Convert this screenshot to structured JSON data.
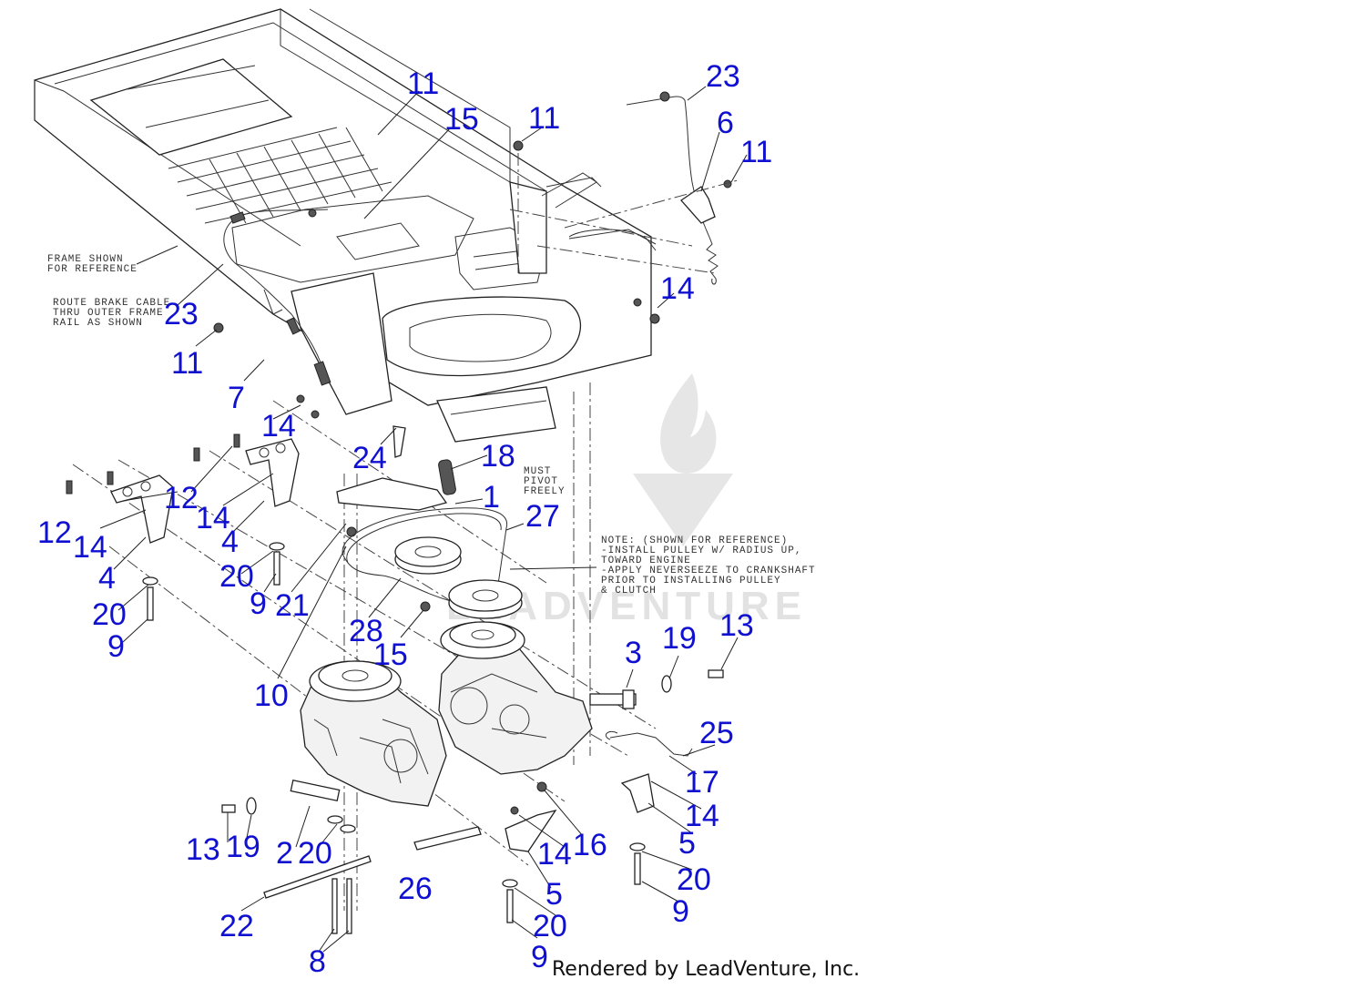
{
  "notes": {
    "frame": [
      "FRAME SHOWN",
      "FOR REFERENCE"
    ],
    "route": [
      "ROUTE BRAKE CABLE",
      "THRU OUTER FRAME",
      "RAIL AS SHOWN"
    ],
    "pivot": [
      "MUST",
      "PIVOT",
      "FREELY"
    ],
    "pulley": [
      "NOTE: (SHOWN FOR REFERENCE)",
      "-INSTALL PULLEY W/ RADIUS UP,",
      " TOWARD ENGINE",
      "-APPLY NEVERSEEZE TO CRANKSHAFT",
      " PRIOR TO INSTALLING PULLEY",
      " & CLUTCH"
    ]
  },
  "watermark": "LEADVENTURE",
  "footer": "Rendered by LeadVenture, Inc.",
  "callouts": {
    "c11a": "11",
    "c15a": "15",
    "c11b": "11",
    "c23a": "23",
    "c6": "6",
    "c11c": "11",
    "c14a": "14",
    "c23b": "23",
    "c11d": "11",
    "c7": "7",
    "c14b": "14",
    "c24": "24",
    "c18": "18",
    "c1": "1",
    "c27": "27",
    "c12a": "12",
    "c12b": "12",
    "c14c": "14",
    "c14d": "14",
    "c4a": "4",
    "c4b": "4",
    "c20a": "20",
    "c9a": "9",
    "c21": "21",
    "c20b": "20",
    "c9b": "9",
    "c28": "28",
    "c15b": "15",
    "c10": "10",
    "c3": "3",
    "c19a": "19",
    "c13a": "13",
    "c25": "25",
    "c17": "17",
    "c14e": "14",
    "c5a": "5",
    "c13b": "13",
    "c19b": "19",
    "c2": "2",
    "c20c": "20",
    "c26": "26",
    "c14f": "14",
    "c16": "16",
    "c5b": "5",
    "c20d": "20",
    "c9c": "9",
    "c20e": "20",
    "c22": "22",
    "c8": "8",
    "c9d": "9"
  }
}
